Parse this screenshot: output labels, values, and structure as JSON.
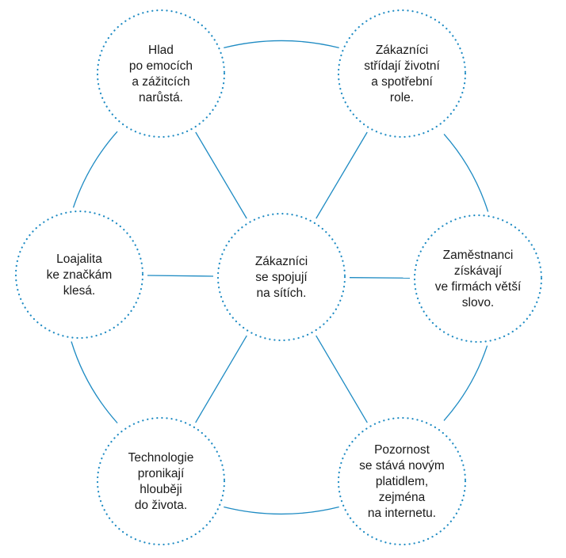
{
  "colors": {
    "line": "#1e8bc3",
    "dots": "#1e8bc3",
    "text": "#1a1a1a",
    "background": "#ffffff"
  },
  "nodes": [
    {
      "id": "center",
      "lines": [
        "Zákazníci",
        "se spojují",
        "na sítích."
      ]
    },
    {
      "id": "top-left",
      "lines": [
        "Hlad",
        "po emocích",
        "a zážitcích",
        "narůstá."
      ]
    },
    {
      "id": "top-right",
      "lines": [
        "Zákazníci",
        "střídají životní",
        "a spotřební",
        "role."
      ]
    },
    {
      "id": "middle-left",
      "lines": [
        "Loajalita",
        "ke značkám",
        "klesá."
      ]
    },
    {
      "id": "middle-right",
      "lines": [
        "Zaměstnanci",
        "získávají",
        "ve firmách větší",
        "slovo."
      ]
    },
    {
      "id": "bottom-left",
      "lines": [
        "Technologie",
        "pronikají",
        "hlouběji",
        "do života."
      ]
    },
    {
      "id": "bottom-right",
      "lines": [
        "Pozornost",
        "se stává novým",
        "platidlem,",
        "zejména",
        "na internetu."
      ]
    }
  ]
}
